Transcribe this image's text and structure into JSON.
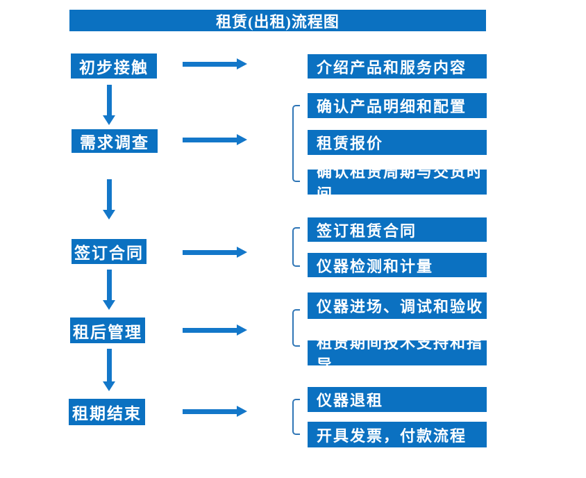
{
  "title": "租赁(出租)流程图",
  "left_steps": [
    {
      "label": "初步接触"
    },
    {
      "label": "需求调查"
    },
    {
      "label": "签订合同"
    },
    {
      "label": "租后管理"
    },
    {
      "label": "租期结束"
    }
  ],
  "right_boxes": [
    {
      "label": "介绍产品和服务内容"
    },
    {
      "label": "确认产品明细和配置"
    },
    {
      "label": "租赁报价"
    },
    {
      "label": "确认租赁周期与交货时间"
    },
    {
      "label": "签订租赁合同"
    },
    {
      "label": "仪器检测和计量"
    },
    {
      "label": "仪器进场、调试和验收"
    },
    {
      "label": "租赁期间技术支持和指导"
    },
    {
      "label": "仪器退租"
    },
    {
      "label": "开具发票，付款流程"
    }
  ],
  "colors": {
    "box_blue": "#0b71c1",
    "arrow_blue": "#1377c9",
    "bracket_blue": "#2e75b6",
    "text_white": "#ffffff"
  }
}
